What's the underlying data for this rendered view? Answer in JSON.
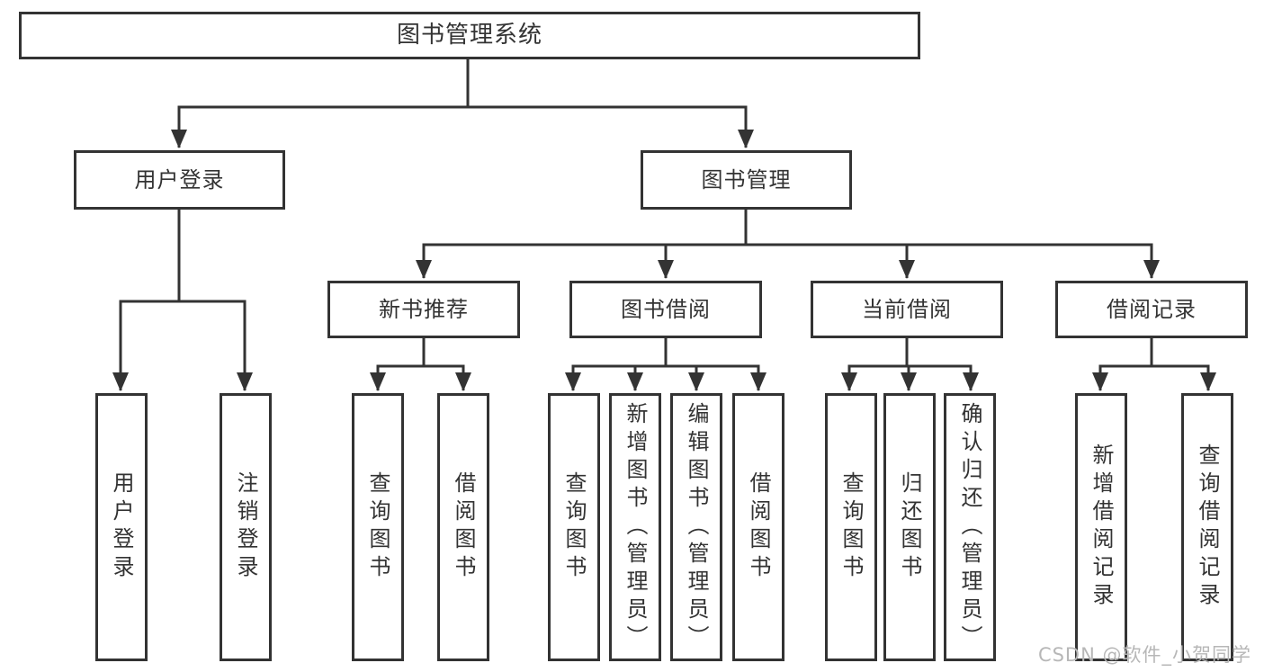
{
  "diagram": {
    "root": {
      "label": "图书管理系统"
    },
    "level2": {
      "user_login": {
        "label": "用户登录"
      },
      "book_management": {
        "label": "图书管理"
      }
    },
    "level3": {
      "new_book_recommend": {
        "label": "新书推荐"
      },
      "book_borrowing": {
        "label": "图书借阅"
      },
      "current_borrowing": {
        "label": "当前借阅"
      },
      "borrowing_records": {
        "label": "借阅记录"
      }
    },
    "leaves": {
      "user_login": {
        "label": "用户登录"
      },
      "logout": {
        "label": "注销登录"
      },
      "recommend_query_books": {
        "label": "查询图书"
      },
      "recommend_borrow_books": {
        "label": "借阅图书"
      },
      "borrowing_query_books": {
        "label": "查询图书"
      },
      "add_books_admin": {
        "label": "新增图书（管理员）"
      },
      "edit_books_admin": {
        "label": "编辑图书（管理员）"
      },
      "borrowing_borrow_books": {
        "label": "借阅图书"
      },
      "current_query_books": {
        "label": "查询图书"
      },
      "return_books": {
        "label": "归还图书"
      },
      "confirm_return_admin": {
        "label": "确认归还（管理员）"
      },
      "add_borrow_record": {
        "label": "新增借阅记录"
      },
      "query_borrow_record": {
        "label": "查询借阅记录"
      }
    }
  },
  "watermark": {
    "text": "CSDN @软件_小贺同学"
  },
  "colors": {
    "line": "#333333",
    "text": "#333333",
    "watermark": "#b7b7b7",
    "background": "#ffffff"
  }
}
